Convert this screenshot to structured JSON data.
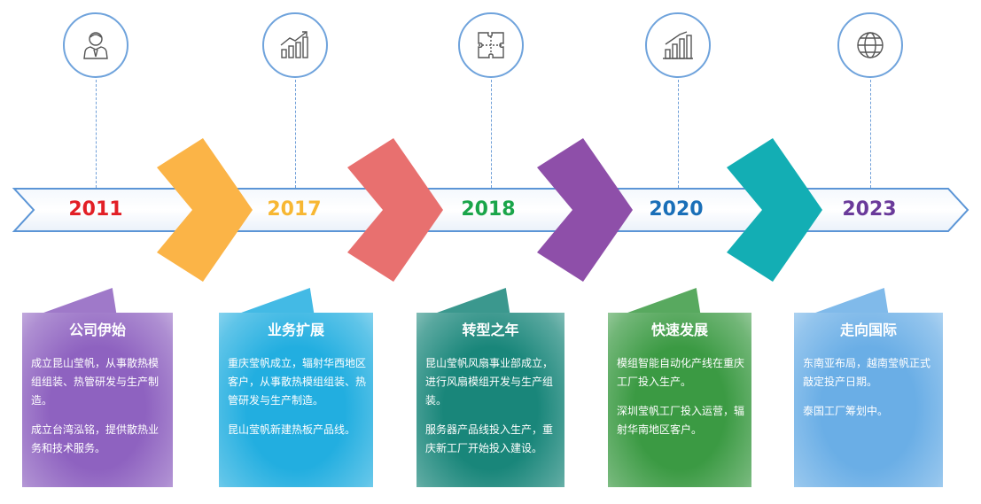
{
  "milestones": [
    {
      "year": "2011",
      "year_color": "#e21f26",
      "icon": "businessman-icon",
      "title": "公司伊始",
      "card_color": "#8e62c0",
      "paragraphs": [
        "成立昆山莹帆，从事散热模组组装、热管研发与生产制造。",
        "成立台湾泓铭，提供散热业务和技术服务。"
      ]
    },
    {
      "year": "2017",
      "year_color": "#f7b733",
      "icon": "growth-chart-icon",
      "title": "业务扩展",
      "card_color": "#22aee0",
      "paragraphs": [
        "重庆莹帆成立，辐射华西地区客户，从事散热模组组装、热管研发与生产制造。",
        "昆山莹帆新建热板产品线。"
      ]
    },
    {
      "year": "2018",
      "year_color": "#1aa54a",
      "icon": "puzzle-icon",
      "title": "转型之年",
      "card_color": "#19867a",
      "paragraphs": [
        "昆山莹帆风扇事业部成立，进行风扇模组开发与生产组装。",
        "服务器产品线投入生产，重庆新工厂开始投入建设。"
      ]
    },
    {
      "year": "2020",
      "year_color": "#1a6fb8",
      "icon": "bar-chart-icon",
      "title": "快速发展",
      "card_color": "#3b9a43",
      "paragraphs": [
        "模组智能自动化产线在重庆工厂投入生产。",
        "深圳莹帆工厂投入运营，辐射华南地区客户。"
      ]
    },
    {
      "year": "2023",
      "year_color": "#6a3a9a",
      "icon": "globe-icon",
      "title": "走向国际",
      "card_color": "#6aaee6",
      "paragraphs": [
        "东南亚布局，越南莹帆正式敲定投产日期。",
        "泰国工厂筹划中。"
      ]
    }
  ],
  "chevron_colors": [
    "#fbb447",
    "#e8706f",
    "#8e4fa9",
    "#13aeb4"
  ]
}
